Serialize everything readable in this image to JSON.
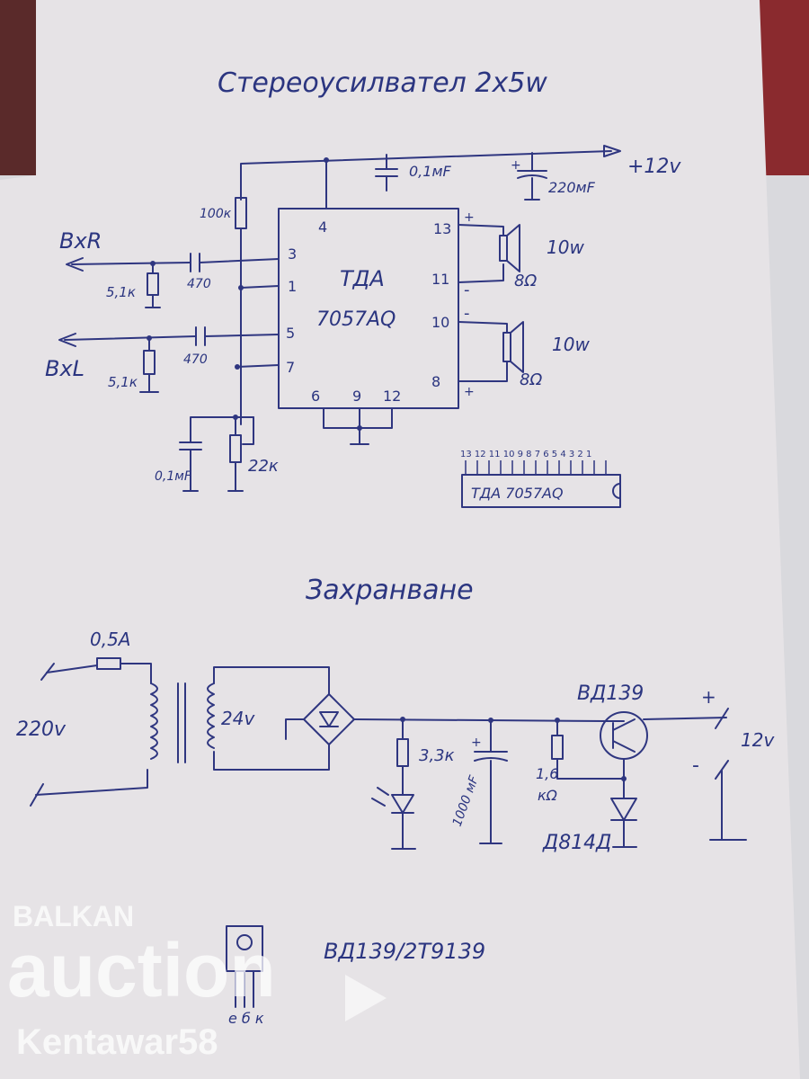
{
  "amplifier": {
    "title": "Стереоусилвател 2x5w",
    "supply": "+12v",
    "cap_top_small": "0,1мF",
    "cap_top_large": "220мF",
    "res_top": "100к",
    "input_r": "BxR",
    "input_l": "BxL",
    "res_in_r": "5,1к",
    "res_in_l": "5,1к",
    "cap_in_r": "470",
    "cap_in_l": "470",
    "cap_bottom": "0,1мF",
    "pot": "22к",
    "ic_name": "ТДА",
    "ic_part": "7057AQ",
    "pin_4": "4",
    "pin_3": "3",
    "pin_1": "1",
    "pin_5": "5",
    "pin_7": "7",
    "pin_6": "6",
    "pin_9": "9",
    "pin_12": "12",
    "pin_13": "13",
    "pin_11": "11",
    "pin_10": "10",
    "pin_8": "8",
    "speaker_r_power": "10w",
    "speaker_r_imp": "8Ω",
    "speaker_l_power": "10w",
    "speaker_l_imp": "8Ω",
    "plus_r": "+",
    "minus_r": "-",
    "minus_l": "-",
    "plus_l": "+",
    "pinout_numbers": "13 12 11 10 9 8 7 6 5 4 3 2 1",
    "pinout_label": "ТДА 7057AQ"
  },
  "power": {
    "title": "Захранване",
    "fuse": "0,5A",
    "mains": "220v",
    "secondary": "24v",
    "res_led": "3,3к",
    "cap_big": "1000 мF",
    "res_base_value": "1,6",
    "res_base_unit": "кΩ",
    "transistor": "ВД139",
    "zener": "Д814Д",
    "out_plus": "+",
    "out_minus": "-",
    "out_voltage": "12v"
  },
  "pinout": {
    "label": "ВД139/2Т9139",
    "pins": "е б к"
  },
  "watermark": {
    "line1": "BALKAN",
    "line2": "auction",
    "line3": "Kentawar58"
  }
}
